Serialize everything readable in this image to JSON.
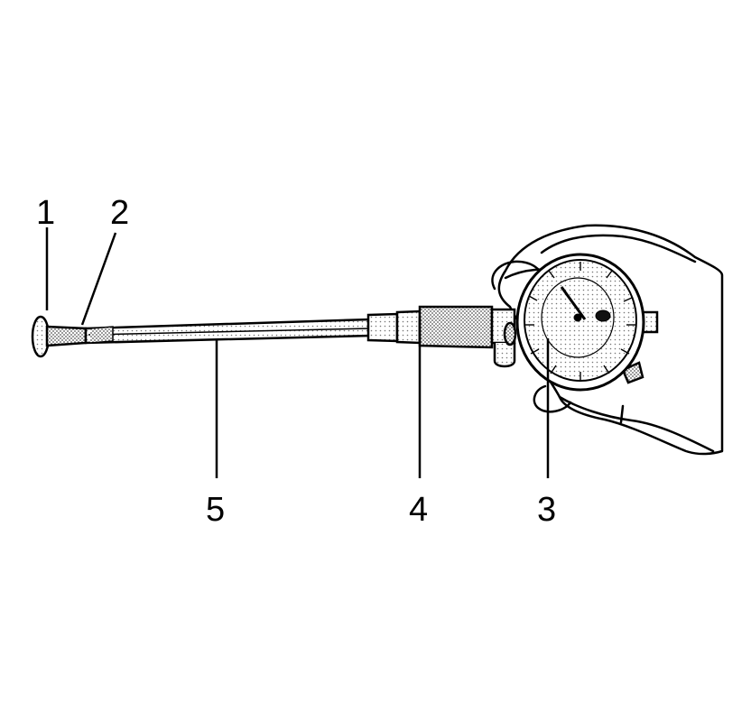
{
  "callouts": [
    {
      "id": "1",
      "label": "1"
    },
    {
      "id": "2",
      "label": "2"
    },
    {
      "id": "3",
      "label": "3"
    },
    {
      "id": "4",
      "label": "4"
    },
    {
      "id": "5",
      "label": "5"
    }
  ],
  "colors": {
    "ink": "#000000",
    "fill": "#ffffff",
    "stipple": "#888888"
  }
}
